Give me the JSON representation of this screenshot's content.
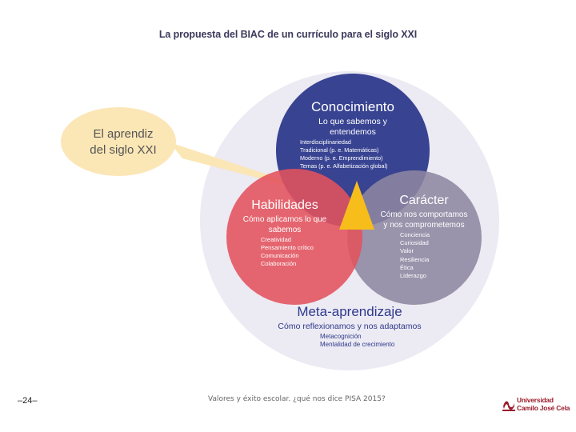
{
  "title": "La propuesta del BIAC de un currículo para el siglo XXI",
  "bubble": {
    "line1": "El aprendiz",
    "line2": "del siglo XXI"
  },
  "knowledge": {
    "heading": "Conocimiento",
    "sub1": "Lo que sabemos y",
    "sub2": "entendemos",
    "items": [
      "Interdisciplinariedad",
      "Tradicional (p. e. Matemáticas)",
      "Moderno (p. e. Emprendimiento)",
      "Temas (p. e. Alfabetización global)"
    ],
    "color": "#2e3a8c"
  },
  "skills": {
    "heading": "Habilidades",
    "sub1": "Cómo aplicamos lo que",
    "sub2": "sabemos",
    "items": [
      "Creatividad",
      "Pensamiento crítico",
      "Comunicación",
      "Colaboración"
    ],
    "color": "#e2525c"
  },
  "character": {
    "heading": "Carácter",
    "sub1": "Cómo nos comportamos",
    "sub2": "y nos comprometemos",
    "items": [
      "Conciencia",
      "Curiosidad",
      "Valor",
      "Resiliencia",
      "Ética",
      "Liderazgo"
    ],
    "color": "#8d86a0"
  },
  "meta": {
    "heading": "Meta-aprendizaje",
    "sub": "Cómo reflexionamos y nos adaptamos",
    "items": [
      "Metacognición",
      "Mentalidad de crecimiento"
    ]
  },
  "footer": {
    "page": "–24–",
    "text": "Valores y éxito escolar. ¿qué nos dice PISA 2015?",
    "logo_line1": "Universidad",
    "logo_line2": "Camilo José Cela"
  },
  "colors": {
    "outer_circle": "#eceaf3",
    "bubble": "#fbe6b6",
    "center_triangle": "#f7bd1b",
    "meta_text": "#2e3a8c",
    "brand": "#9b1b2a"
  }
}
